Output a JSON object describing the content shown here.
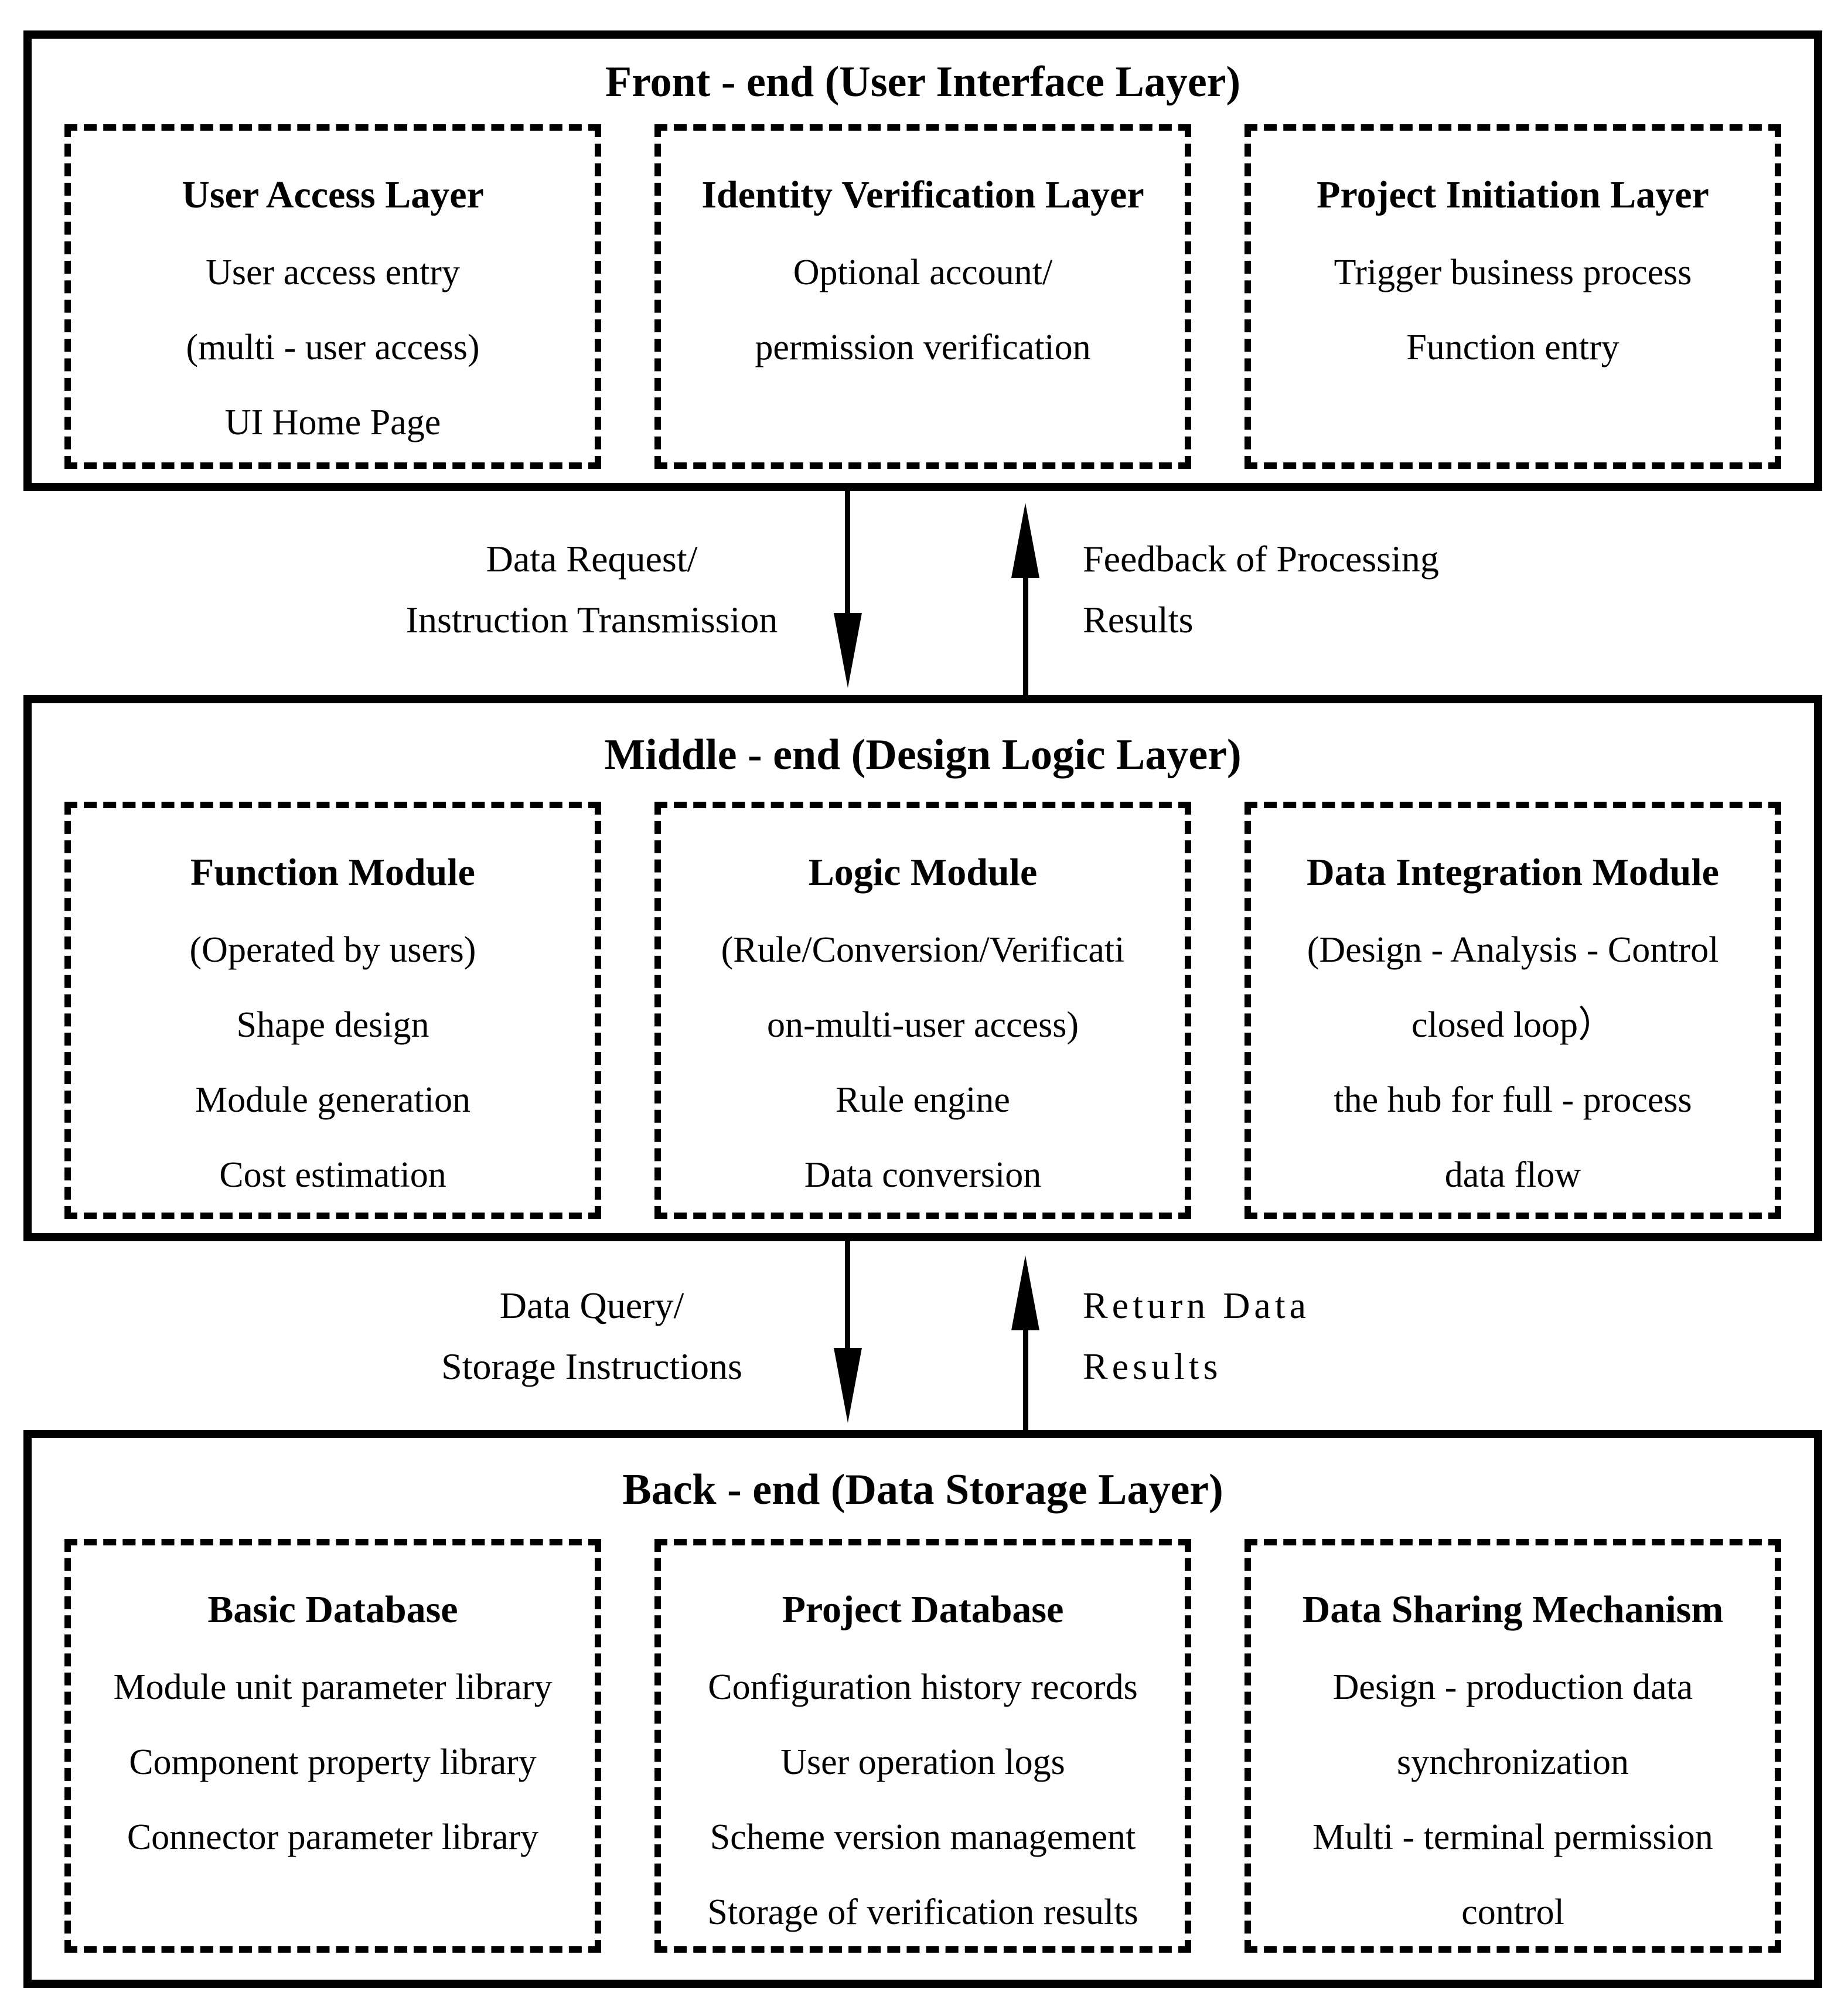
{
  "diagram": {
    "layers": [
      {
        "title": "Front - end (User Interface Layer)",
        "boxes": [
          {
            "heading": "User Access Layer",
            "lines": [
              "User access entry",
              "(multi - user access)",
              "UI Home Page"
            ]
          },
          {
            "heading": "Identity Verification Layer",
            "lines": [
              "Optional account/",
              "permission verification"
            ]
          },
          {
            "heading": "Project Initiation Layer",
            "lines": [
              "Trigger business process",
              "Function entry"
            ]
          }
        ]
      },
      {
        "title": "Middle - end (Design Logic Layer)",
        "boxes": [
          {
            "heading": "Function Module",
            "lines": [
              "(Operated by users)",
              "Shape design",
              "Module generation",
              "Cost estimation"
            ]
          },
          {
            "heading": "Logic Module",
            "lines": [
              "(Rule/Conversion/Verificati",
              "on-multi-user access)",
              "Rule engine",
              "Data conversion"
            ]
          },
          {
            "heading": "Data Integration Module",
            "lines": [
              "(Design - Analysis - Control",
              "closed loop）",
              "the hub for full - process",
              "data flow"
            ]
          }
        ]
      },
      {
        "title": "Back - end (Data Storage Layer)",
        "boxes": [
          {
            "heading": "Basic Database",
            "lines": [
              "Module unit parameter library",
              "Component property library",
              "Connector parameter library"
            ]
          },
          {
            "heading": "Project Database",
            "lines": [
              "Configuration history records",
              "User operation logs",
              "Scheme version management",
              "Storage of verification results"
            ]
          },
          {
            "heading": "Data Sharing Mechanism",
            "lines": [
              "Design - production data",
              "synchronization",
              "Multi - terminal permission",
              "control"
            ]
          }
        ]
      }
    ],
    "connectors": [
      {
        "down_label": [
          "Data Request/",
          "Instruction Transmission"
        ],
        "up_label": [
          "Feedback of Processing",
          "Results"
        ]
      },
      {
        "down_label": [
          "Data Query/",
          "Storage Instructions"
        ],
        "up_label": [
          "Return Data",
          "Results"
        ]
      }
    ],
    "colors": {
      "ink": "#000000",
      "background": "#ffffff"
    }
  }
}
